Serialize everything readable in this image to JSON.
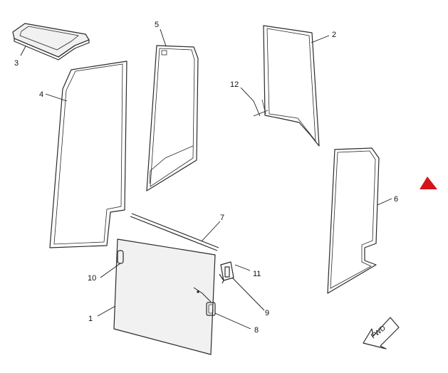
{
  "callouts": {
    "c1": "1",
    "c2": "2",
    "c3": "3",
    "c4": "4",
    "c5": "5",
    "c6": "6",
    "c7": "7",
    "c8": "8",
    "c9": "9",
    "c10": "10",
    "c11": "11",
    "c12": "12"
  },
  "direction_label": "FWD",
  "colors": {
    "pointer": "#d4141a",
    "line": "#2a2a2a",
    "glass_tint": "#f1f1f1"
  },
  "icons": {
    "pointer": "red-triangle-pointer-icon",
    "direction": "fwd-arrow-icon"
  }
}
